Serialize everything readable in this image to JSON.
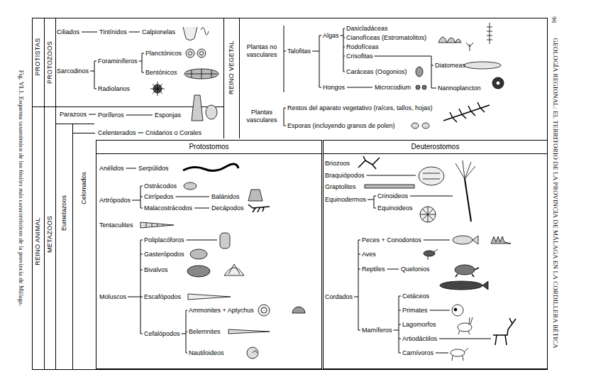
{
  "diagram": {
    "caption": "Fig. VI.1. Esquema taxonómico de los fósiles más característicos de la provincia de Málaga.",
    "nodes": [
      {
        "text": [
          "Protostomos"
        ]
      },
      {
        "text": [
          "Deuterostomos"
        ]
      }
    ],
    "labels": [
      "96",
      "GEOLOGÍA REGIONAL: EL TERRITORIO DE LA PROVINCIA DE MÁLAGA EN LA CORDILLERA BÉTICA",
      "PROTISTAS",
      "PROTOZOOS",
      "Ciliados",
      "Tintínidos",
      "Calpionelas",
      "Sarcodinos",
      "Foraminíferos",
      "Planctónicos",
      "Bentónicos",
      "Radiolarios",
      "REINO VEGETAL",
      "Plantas no vasculares",
      "Talofitas",
      "Algas",
      "Dasicladáceas",
      "Cianofíceas (Estromatolitos)",
      "Rodofíceas",
      "Crisofitas",
      "Diatomeas",
      "Caráceas (Oogonios)",
      "Hongos",
      "Microcodium",
      "Nannoplancton",
      "Plantas vasculares",
      "Restos del aparato vegetativo (raíces, tallos, hojas)",
      "Esporas (incluyendo granos de polen)",
      "REINO ANIMAL",
      "METAZOOS",
      "Parazoos",
      "Poríferos",
      "Esponjas",
      "Celenterados",
      "Cnidarios o Corales",
      "Eumetazoos",
      "Celomados",
      "Anélidos",
      "Serpúlidos",
      "Artrópodos",
      "Ostrácodos",
      "Cirrípedos",
      "Balánidos",
      "Malacostrácodos",
      "Decápodos",
      "Tentaculites",
      "Poliplacóforos",
      "Gasterópodos",
      "Bivalvos",
      "Moluscos",
      "Escafópodos",
      "Ammonites + Aptychus",
      "Cefalópodos",
      "Belemnites",
      "Nautiloideos",
      "Briozoos",
      "Braquiópodos",
      "Graptolites",
      "Equinodermos",
      "Crinoideos",
      "Equinoideos",
      "Peces + Conodontos",
      "Aves",
      "Reptiles",
      "Quelonios",
      "Cordados",
      "Cetáceos",
      "Primates",
      "Lagomorfos",
      "Artiodáctilos",
      "Mamíferos",
      "Carnívoros"
    ]
  }
}
